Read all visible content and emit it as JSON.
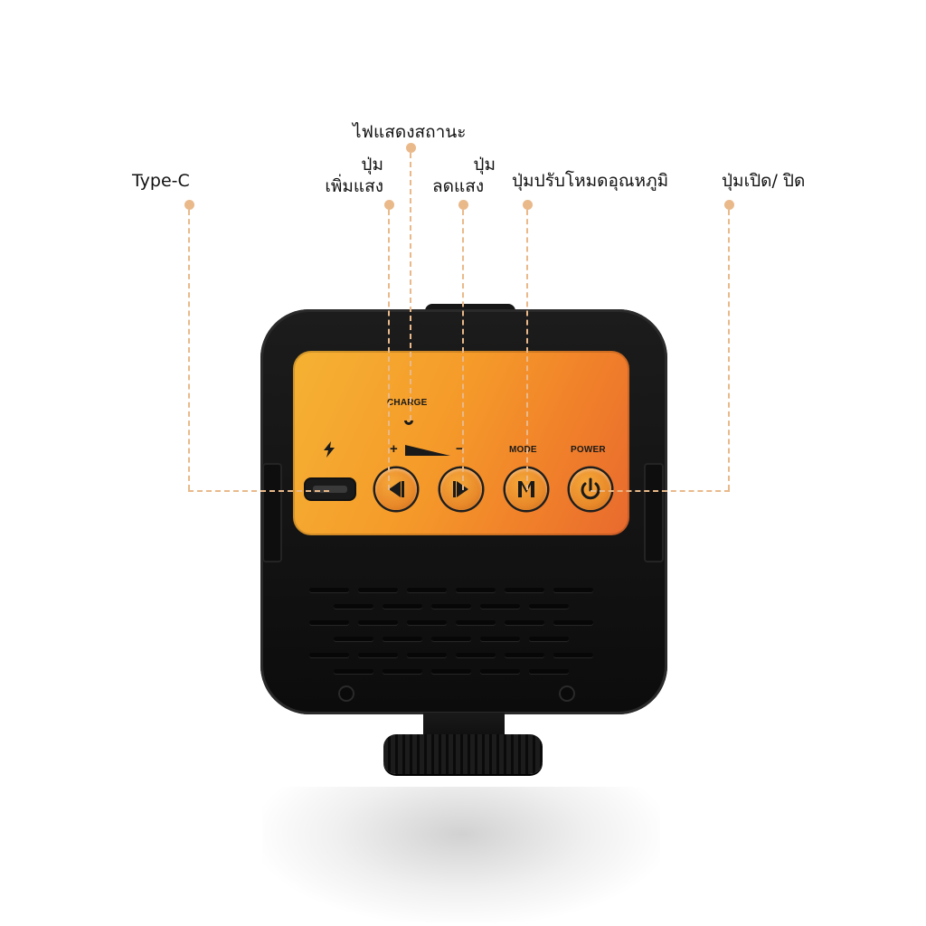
{
  "callouts": {
    "type_c": "Type-C",
    "status_light": "ไฟแสดงสถานะ",
    "brightness_up_line1": "ปุ่ม",
    "brightness_up_line2": "เพิ่มแสง",
    "brightness_down_line1": "ปุ่ม",
    "brightness_down_line2": "ลดแสง",
    "mode_button": "ปุ่มปรับโหมดอุณหภูมิ",
    "power_button": "ปุ่มเปิด/ ปิด"
  },
  "panel": {
    "charge_label": "CHARGE",
    "plus_sign": "+",
    "minus_sign": "−",
    "mode_label": "MODE",
    "power_label": "POWER"
  },
  "colors": {
    "leader_line": "#e9b98a",
    "panel_gradient_start": "#f5b233",
    "panel_gradient_end": "#e86a2e",
    "device_body": "#111111"
  },
  "icons": [
    "lightning-icon",
    "usb-c-port",
    "brightness-up-icon",
    "brightness-down-icon",
    "mode-icon",
    "power-icon",
    "charge-indicator-icon"
  ]
}
